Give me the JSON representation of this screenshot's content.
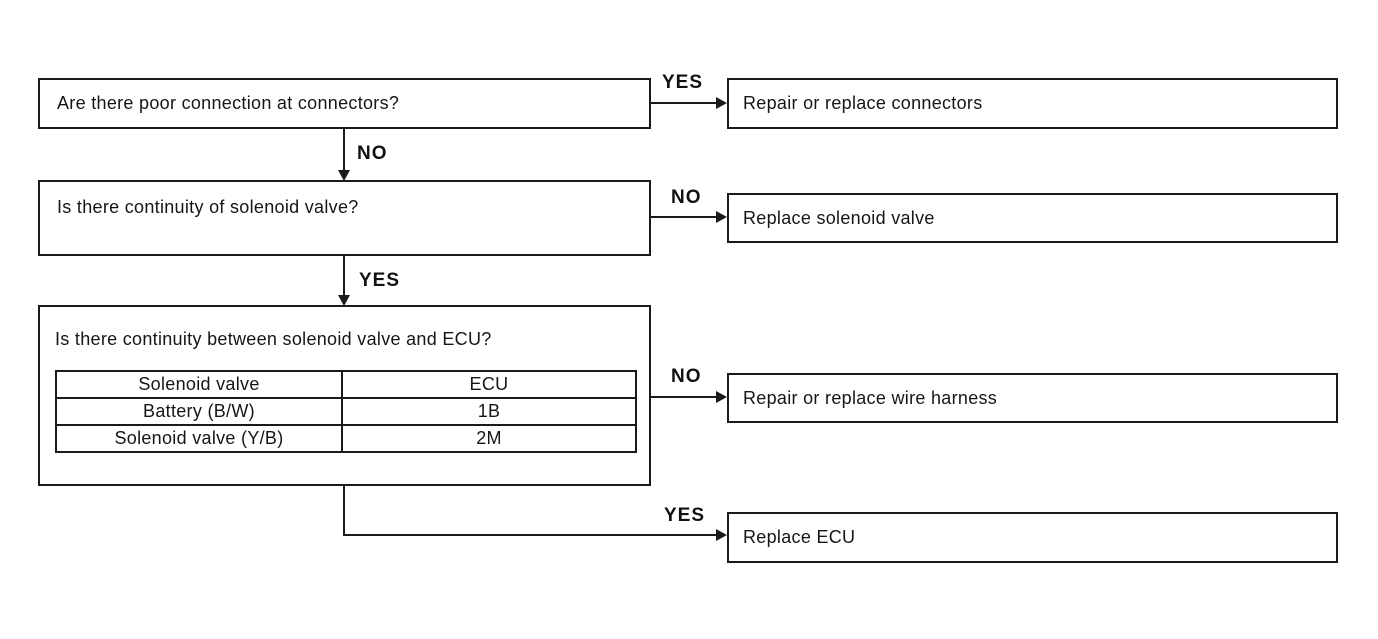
{
  "colors": {
    "ink": "#1a1a1a",
    "paper": "#ffffff"
  },
  "flowchart": {
    "questions": [
      "Are there poor connection at connectors?",
      "Is there continuity of solenoid valve?",
      "Is there continuity between solenoid valve and ECU?"
    ],
    "continuity_table": {
      "headers": [
        "Solenoid valve",
        "ECU"
      ],
      "rows": [
        [
          "Battery (B/W)",
          "1B"
        ],
        [
          "Solenoid valve (Y/B)",
          "2M"
        ]
      ]
    },
    "actions": [
      "Repair or replace connectors",
      "Replace solenoid valve",
      "Repair or replace wire harness",
      "Replace ECU"
    ],
    "edge_labels": {
      "q1_yes": "YES",
      "q1_no": "NO",
      "q2_no": "NO",
      "q2_yes": "YES",
      "q3_no": "NO",
      "q3_yes": "YES"
    }
  }
}
